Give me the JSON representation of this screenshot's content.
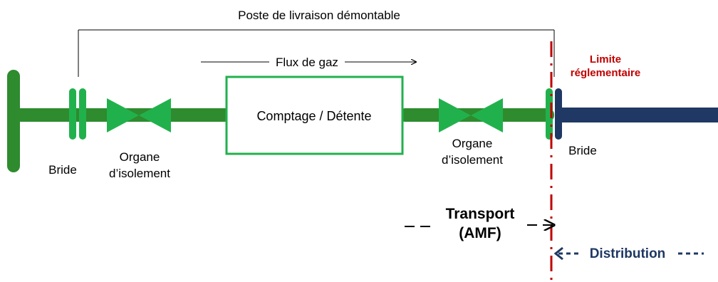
{
  "title": "Poste de livraison démontable",
  "flow_label": "Flux de gaz",
  "box_label": "Comptage / Détente",
  "left_flange_label": "Bride",
  "left_valve_label": [
    "Organe",
    "d’isolement"
  ],
  "right_valve_label": [
    "Organe",
    "d’isolement"
  ],
  "right_flange_label": "Bride",
  "limit_label": [
    "Limite",
    "réglementaire"
  ],
  "transport_label": [
    "Transport",
    "(AMF)"
  ],
  "distribution_label": "Distribution",
  "colors": {
    "pipe_green": "#2e8b2e",
    "component_green": "#21b14c",
    "navy": "#1f3864",
    "limit_red": "#c00000",
    "text": "#000000"
  }
}
